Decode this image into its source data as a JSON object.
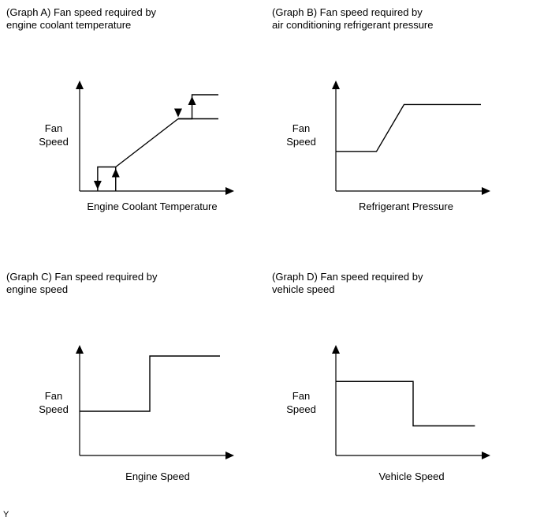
{
  "figure": {
    "footer_code": "Y"
  },
  "chart_data": [
    {
      "id": "A",
      "type": "line",
      "title": "(Graph A) Fan speed required by\nengine coolant temperature",
      "ylabel": "Fan\nSpeed",
      "xlabel": "Engine Coolant Temperature",
      "xlim": [
        0,
        100
      ],
      "ylim": [
        0,
        100
      ],
      "grid": false,
      "legend": "none",
      "series": [
        {
          "segments": [
            [
              [
                26,
                25
              ],
              [
                71,
                75
              ]
            ],
            [
              [
                71,
                75
              ],
              [
                100,
                75
              ]
            ]
          ]
        }
      ],
      "hysteresis": [
        {
          "path": [
            [
              26,
              0
            ],
            [
              26,
              25
            ],
            [
              13,
              25
            ],
            [
              13,
              0
            ]
          ],
          "arrows": [
            "up",
            "down"
          ]
        },
        {
          "path": [
            [
              71,
              75
            ],
            [
              81,
              75
            ],
            [
              81,
              100
            ],
            [
              100,
              100
            ]
          ],
          "arrows": [
            "up",
            "down"
          ]
        }
      ]
    },
    {
      "id": "B",
      "type": "line",
      "title": "(Graph B) Fan speed required by\nair conditioning refrigerant pressure",
      "ylabel": "Fan\nSpeed",
      "xlabel": "Refrigerant Pressure",
      "xlim": [
        0,
        100
      ],
      "ylim": [
        0,
        100
      ],
      "grid": false,
      "legend": "none",
      "series": [
        {
          "points": [
            [
              0,
              38
            ],
            [
              28,
              38
            ],
            [
              47,
              83
            ],
            [
              100,
              83
            ]
          ]
        }
      ]
    },
    {
      "id": "C",
      "type": "line",
      "title": "(Graph C) Fan speed required by\nengine speed",
      "ylabel": "Fan\nSpeed",
      "xlabel": "Engine Speed",
      "xlim": [
        0,
        100
      ],
      "ylim": [
        0,
        100
      ],
      "grid": false,
      "legend": "none",
      "series": [
        {
          "points": [
            [
              0,
              40
            ],
            [
              50,
              40
            ],
            [
              50,
              90
            ],
            [
              100,
              90
            ]
          ]
        }
      ]
    },
    {
      "id": "D",
      "type": "line",
      "title": "(Graph D) Fan speed required by\nvehicle speed",
      "ylabel": "Fan\nSpeed",
      "xlabel": "Vehicle Speed",
      "xlim": [
        0,
        100
      ],
      "ylim": [
        0,
        100
      ],
      "grid": false,
      "legend": "none",
      "series": [
        {
          "points": [
            [
              0,
              75
            ],
            [
              50,
              75
            ],
            [
              50,
              30
            ],
            [
              90,
              30
            ]
          ]
        }
      ]
    }
  ]
}
